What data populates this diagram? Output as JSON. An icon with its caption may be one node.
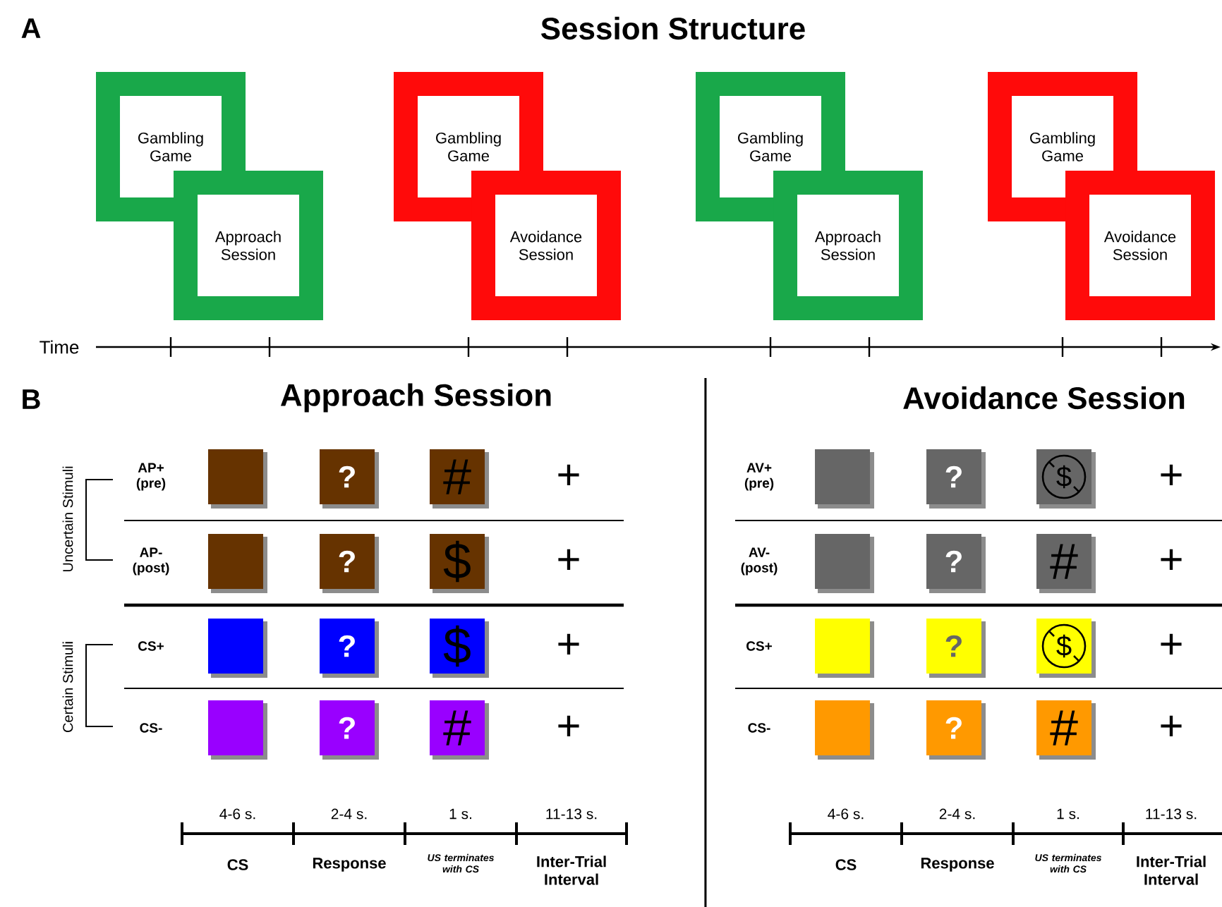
{
  "diagram": {
    "title": "Session Structure",
    "nodes": [
      {
        "text": [
          "Gambling Game"
        ]
      },
      {
        "text": [
          "Approach Session"
        ]
      },
      {
        "text": [
          "Gambling Game"
        ]
      },
      {
        "text": [
          "Avoidance Session"
        ]
      },
      {
        "text": [
          "Gambling Game"
        ]
      },
      {
        "text": [
          "Approach Session"
        ]
      },
      {
        "text": [
          "Gambling Game"
        ]
      },
      {
        "text": [
          "Avoidance Session"
        ]
      },
      {
        "text": [],
        "shape": "box"
      },
      {
        "text": [
          "?"
        ]
      },
      {
        "text": [
          "#"
        ]
      },
      {
        "text": [],
        "shape": "box"
      },
      {
        "text": [
          "?"
        ]
      },
      {
        "text": [
          "$"
        ]
      },
      {
        "text": [],
        "shape": "box"
      },
      {
        "text": [
          "?"
        ]
      },
      {
        "text": [
          "$"
        ]
      },
      {
        "text": [],
        "shape": "box"
      },
      {
        "text": [
          "?"
        ]
      },
      {
        "text": [
          "#"
        ]
      },
      {
        "text": [],
        "shape": "box"
      },
      {
        "text": [
          "?"
        ]
      },
      {
        "text": [
          "$"
        ]
      },
      {
        "text": [],
        "shape": "box"
      },
      {
        "text": [
          "?"
        ]
      },
      {
        "text": [
          "#"
        ]
      },
      {
        "text": [],
        "shape": "box"
      },
      {
        "text": [
          "?"
        ]
      },
      {
        "text": [
          "$"
        ]
      },
      {
        "text": [],
        "shape": "box"
      },
      {
        "text": [
          "?"
        ]
      },
      {
        "text": [
          "#"
        ]
      }
    ],
    "labels": [
      "A",
      "Time",
      "B",
      "Approach Session",
      "Avoidance Session",
      "Uncertain Stimuli",
      "Certain Stimuli",
      "AP+ (pre)",
      "+",
      "AP- (post)",
      "+",
      "CS+",
      "+",
      "CS-",
      "+",
      "AV+ (pre)",
      "+",
      "AV- (post)",
      "+",
      "CS+",
      "+",
      "CS-",
      "+",
      "4-6 s.",
      "2-4 s.",
      "1 s.",
      "11-13 s.",
      "CS",
      "Response",
      "US terminates with CS",
      "Inter-Trial Interval",
      "4-6 s.",
      "2-4 s.",
      "1 s.",
      "11-13 s.",
      "CS",
      "Response",
      "US terminates with CS",
      "Inter-Trial Interval"
    ]
  }
}
